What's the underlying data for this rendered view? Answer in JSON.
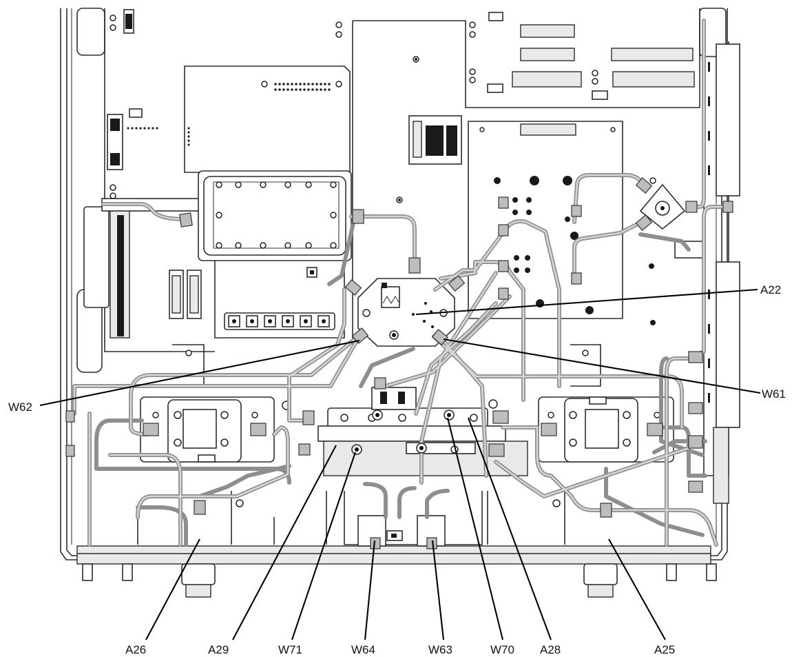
{
  "callouts": {
    "a22": "A22",
    "w61": "W61",
    "w62": "W62",
    "a26": "A26",
    "a29": "A29",
    "w71": "W71",
    "w64": "W64",
    "w63": "W63",
    "w70": "W70",
    "a28": "A28",
    "a25": "A25"
  },
  "colors": {
    "line": "#2b2b2b",
    "cable": "#8e8e8e",
    "background": "#ffffff"
  }
}
